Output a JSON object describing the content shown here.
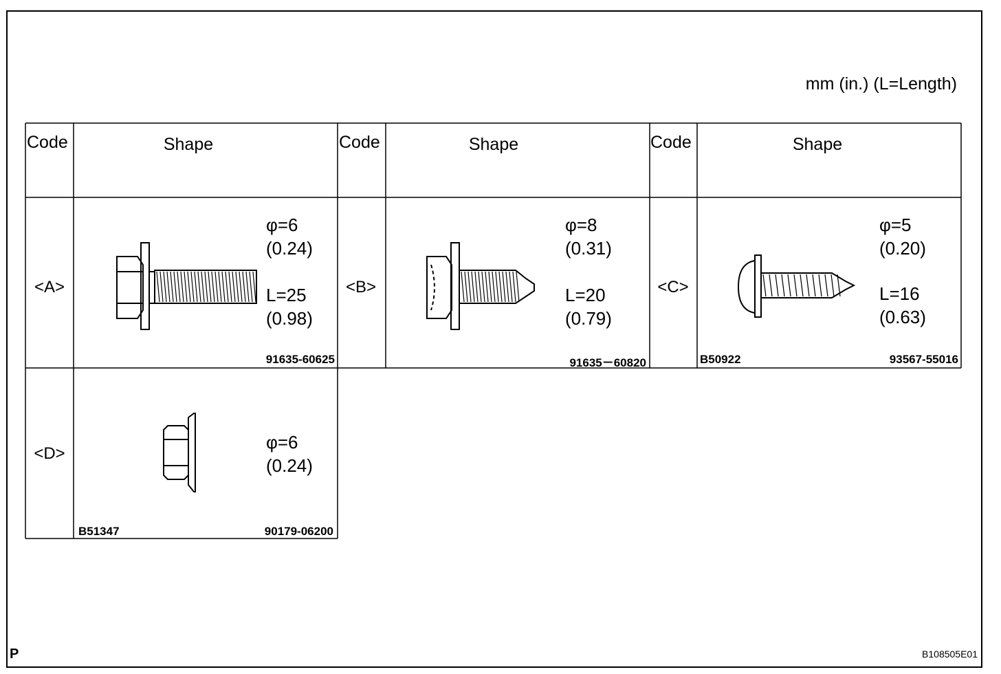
{
  "units_note": "mm (in.) (L=Length)",
  "corner_letter": "P",
  "figure_id": "B108505E01",
  "headers": {
    "code": "Code",
    "shape": "Shape"
  },
  "rows": [
    {
      "code": "<A>",
      "diameter": "φ=6",
      "diameter_in": "(0.24)",
      "length": "L=25",
      "length_in": "(0.98)",
      "part_no": "91635-60625",
      "ref": ""
    },
    {
      "code": "<B>",
      "diameter": "φ=8",
      "diameter_in": "(0.31)",
      "length": "L=20",
      "length_in": "(0.79)",
      "part_no": "91635－60820",
      "ref": ""
    },
    {
      "code": "<C>",
      "diameter": "φ=5",
      "diameter_in": "(0.20)",
      "length": "L=16",
      "length_in": "(0.63)",
      "part_no": "93567-55016",
      "ref": "B50922"
    },
    {
      "code": "<D>",
      "diameter": "φ=6",
      "diameter_in": "(0.24)",
      "part_no": "90179-06200",
      "ref": "B51347"
    }
  ],
  "icons": {
    "a": "flange-bolt-icon",
    "b": "tapping-bolt-icon",
    "c": "tapping-screw-icon",
    "d": "flange-nut-icon"
  }
}
